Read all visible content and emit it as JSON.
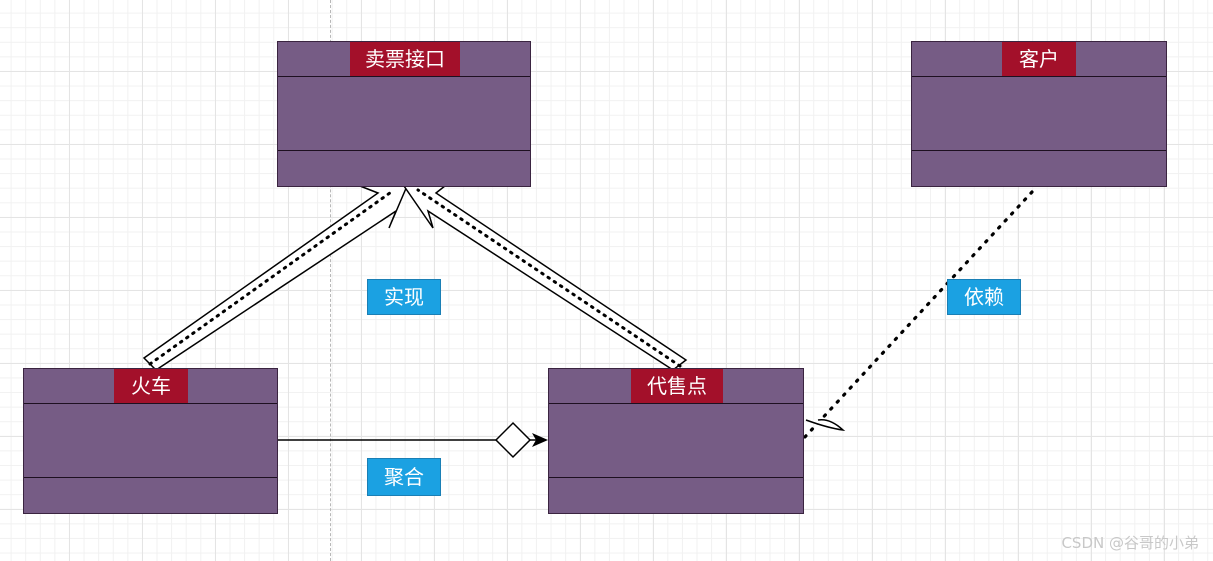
{
  "classes": {
    "ticket_interface": "卖票接口",
    "customer": "客户",
    "train": "火车",
    "agency": "代售点"
  },
  "relations": {
    "realization": "实现",
    "dependency": "依赖",
    "aggregation": "聚合"
  },
  "watermark": "CSDN @谷哥的小弟",
  "colors": {
    "class_fill": "#765c85",
    "name_tag": "#a3102a",
    "label_box": "#1ba1e2"
  }
}
